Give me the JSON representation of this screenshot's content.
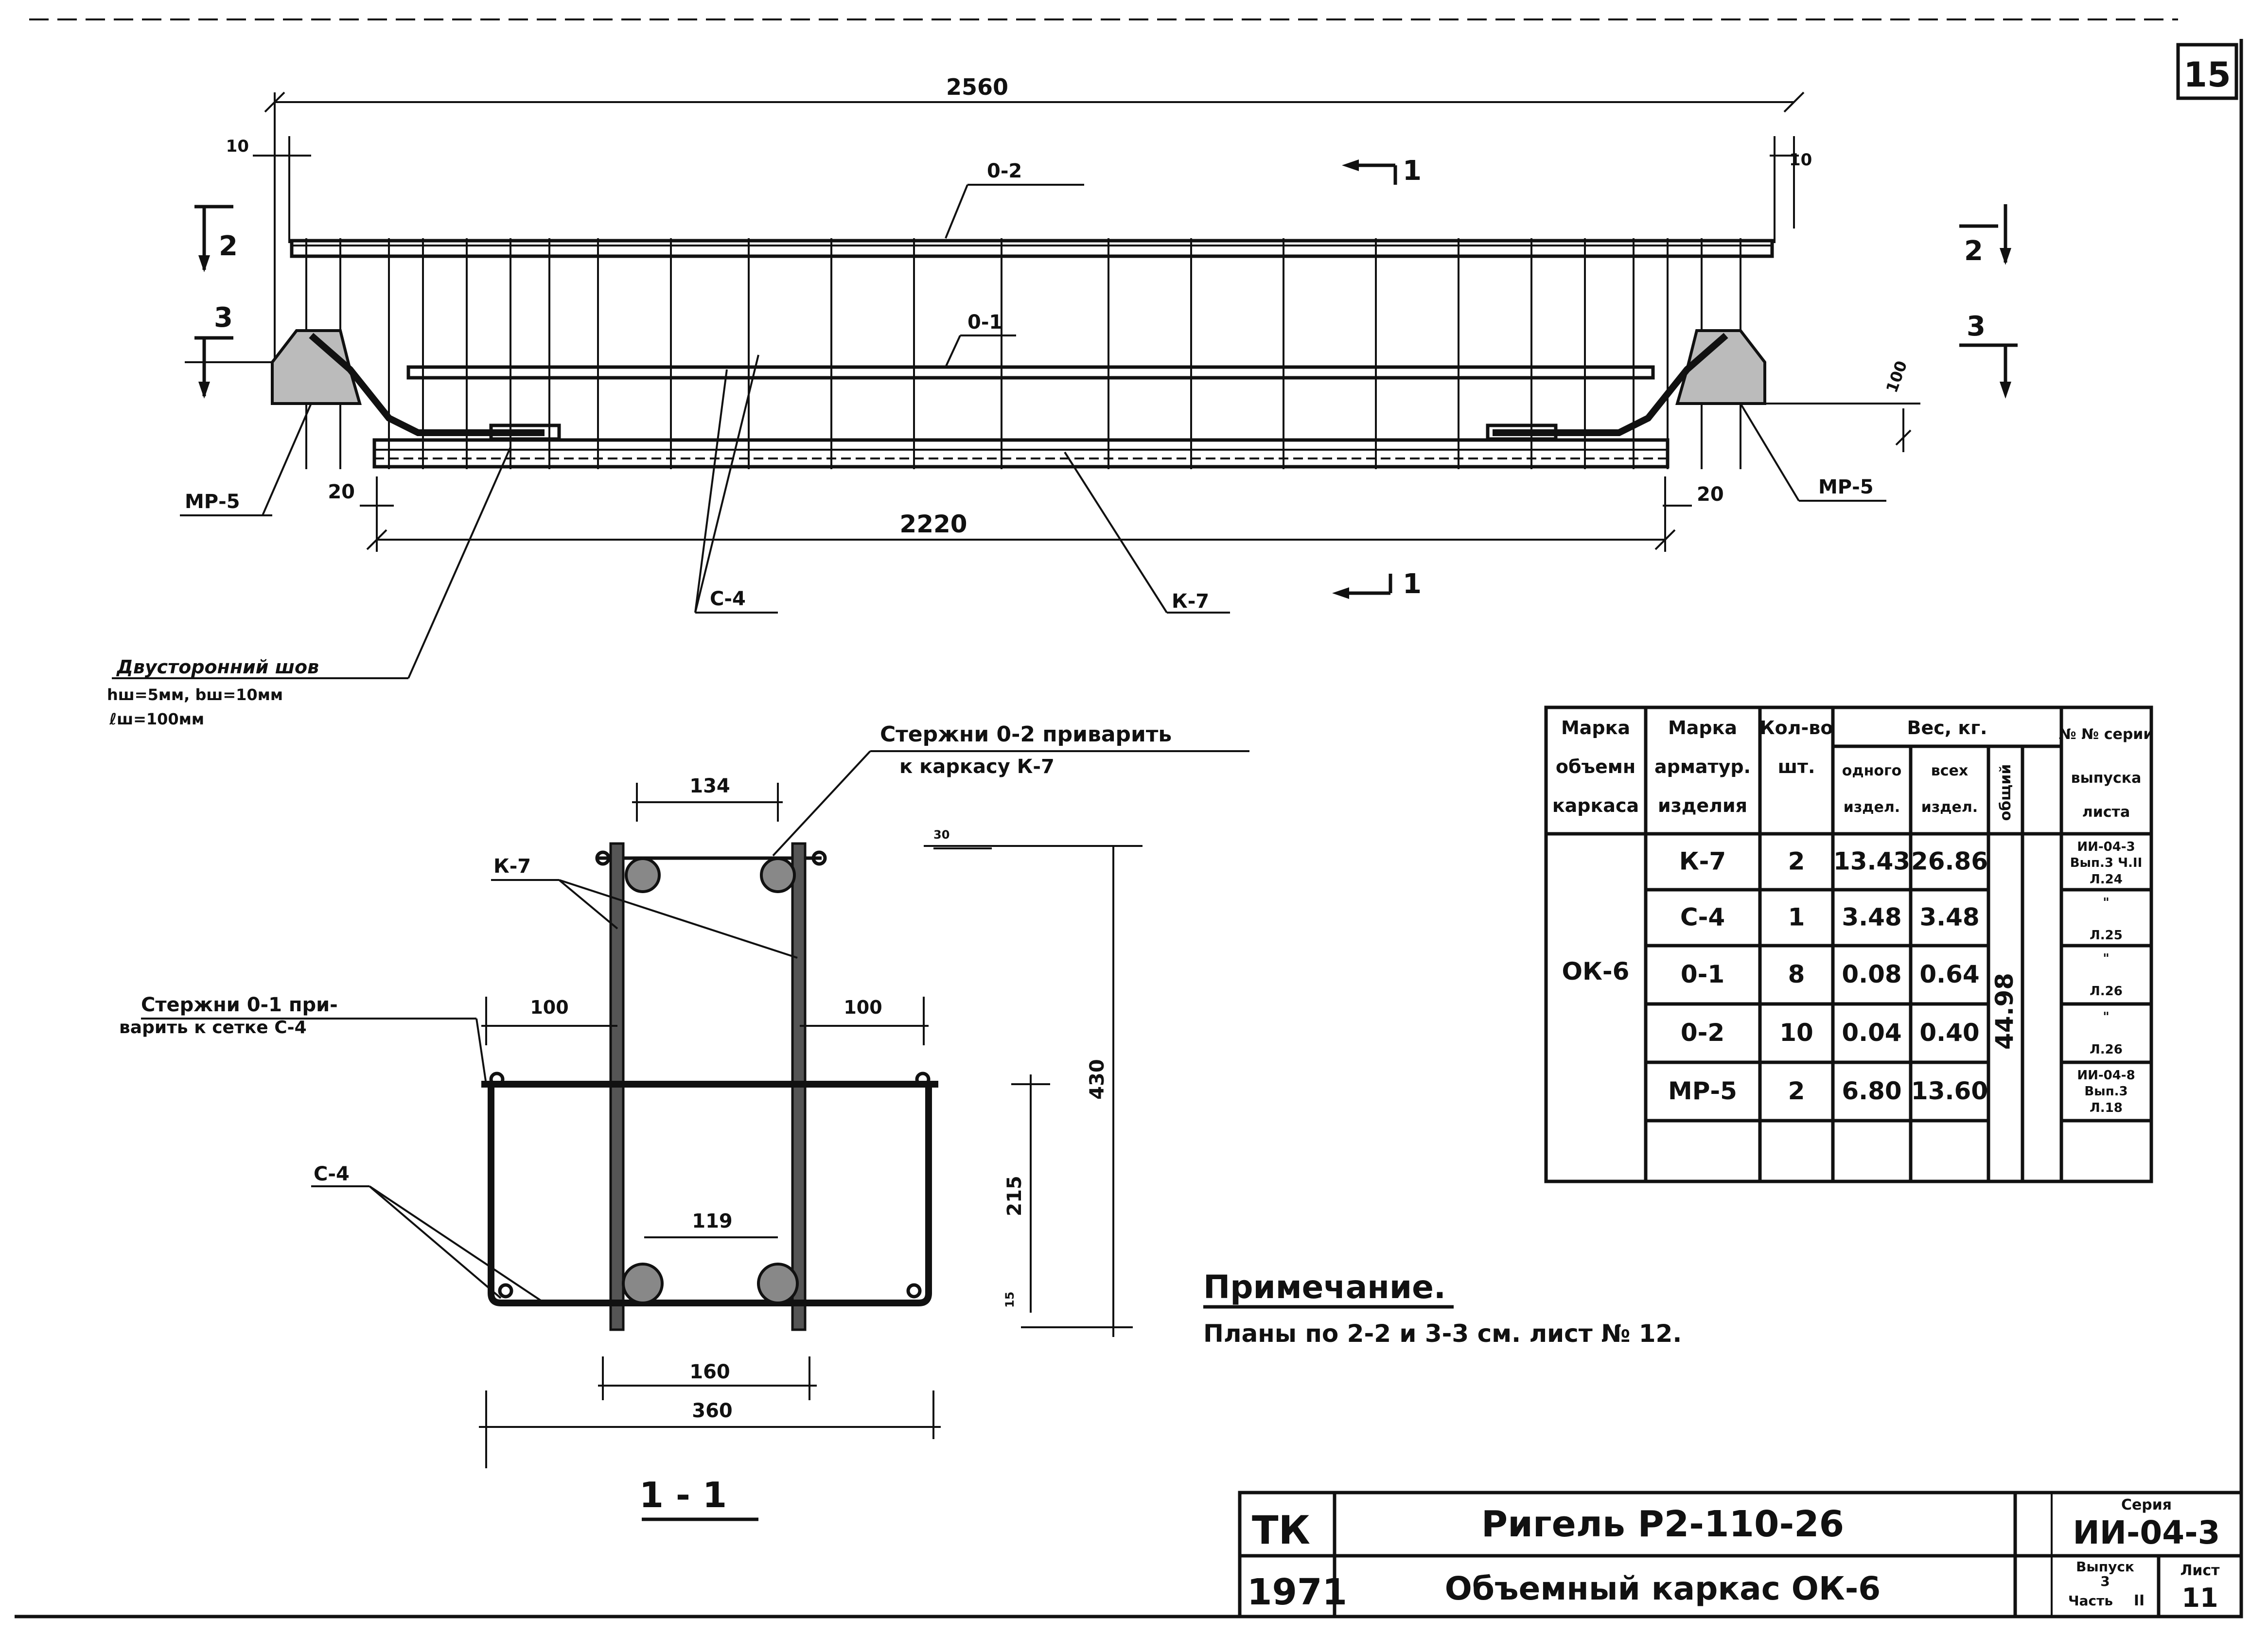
{
  "sheet": {
    "page_number": "15"
  },
  "elevation": {
    "dim_total": "2560",
    "dim_bottom": "2220",
    "dim_left_offset": "10",
    "dim_right_offset": "10",
    "dim_left_gap": "20",
    "dim_right_gap": "20",
    "dim_height_right": "100",
    "label_o2": "0-2",
    "label_o1": "0-1",
    "label_c4": "С-4",
    "label_k7": "К-7",
    "label_mp5_left": "МР-5",
    "label_mp5_right": "МР-5",
    "section_1_top": "1",
    "section_1_bottom": "1",
    "section_2_left": "2",
    "section_2_right": "2",
    "section_3_left": "3",
    "section_3_right": "3"
  },
  "weld_note": {
    "line1": "Двусторонний шов",
    "line2": "hш=5мм, bш=10мм",
    "line3": "ℓш=100мм"
  },
  "section": {
    "title": "1 - 1",
    "note_top_line1": "Стержни 0-2 приварить",
    "note_top_line2": "к каркасу К-7",
    "note_left_line1": "Стержни 0-1 при-",
    "note_left_line2": "варить к сетке С-4",
    "label_k7": "К-7",
    "label_c4": "С-4",
    "dim_134": "134",
    "dim_100_left": "100",
    "dim_100_right": "100",
    "dim_119": "119",
    "dim_160": "160",
    "dim_360": "360",
    "dim_430": "430",
    "dim_215": "215",
    "dim_small_top": "30",
    "dim_small_bottom": "15"
  },
  "table": {
    "header": {
      "col1_l1": "Марка",
      "col1_l2": "объемн",
      "col1_l3": "каркаса",
      "col2_l1": "Марка",
      "col2_l2": "арматур.",
      "col2_l3": "изделия",
      "col3_l1": "Кол-во",
      "col3_l2": "шт.",
      "weight_group": "Вес, кг.",
      "col4_l1": "одного",
      "col4_l2": "издел.",
      "col5_l1": "всех",
      "col5_l2": "издел.",
      "col6": "общий",
      "col7_l1": "№ № серии",
      "col7_l2": "выпуска",
      "col7_l3": "листа"
    },
    "frame_mark": "ОК-6",
    "total_weight": "44.98",
    "rows": [
      {
        "mark": "К-7",
        "qty": "2",
        "one": "13.43",
        "all": "26.86",
        "ref1": "ИИ-04-3",
        "ref2": "Вып.3 Ч.II",
        "ref3": "Л.24"
      },
      {
        "mark": "С-4",
        "qty": "1",
        "one": "3.48",
        "all": "3.48",
        "ref1": "\"",
        "ref2": "",
        "ref3": "Л.25"
      },
      {
        "mark": "0-1",
        "qty": "8",
        "one": "0.08",
        "all": "0.64",
        "ref1": "\"",
        "ref2": "",
        "ref3": "Л.26"
      },
      {
        "mark": "0-2",
        "qty": "10",
        "one": "0.04",
        "all": "0.40",
        "ref1": "\"",
        "ref2": "",
        "ref3": "Л.26"
      },
      {
        "mark": "МР-5",
        "qty": "2",
        "one": "6.80",
        "all": "13.60",
        "ref1": "ИИ-04-8",
        "ref2": "Вып.3",
        "ref3": "Л.18"
      }
    ]
  },
  "note": {
    "title": "Примечание.",
    "text": "Планы по 2-2 и 3-3 см. лист № 12."
  },
  "title_block": {
    "org": "ТК",
    "year": "1971",
    "title": "Ригель Р2-110-26",
    "subtitle": "Объемный каркас ОК-6",
    "series_label": "Серия",
    "series": "ИИ-04-3",
    "issue_label": "Выпуск",
    "issue_value": "3",
    "part_label": "Часть",
    "part_value": "II",
    "sheet_label": "Лист",
    "sheet_value": "11"
  }
}
